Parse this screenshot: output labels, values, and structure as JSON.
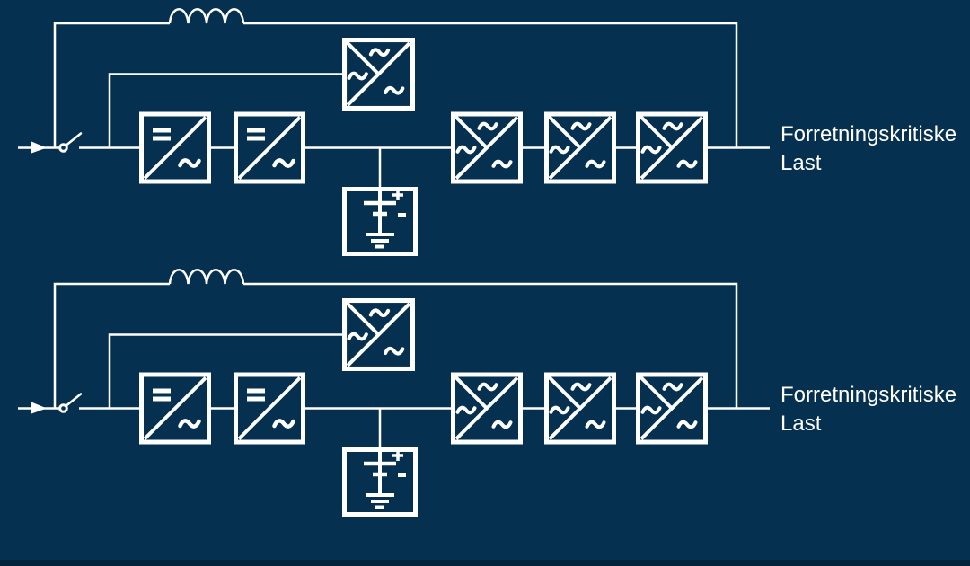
{
  "colors": {
    "background": "#06304F",
    "line": "#FFFFFF",
    "text": "#FFFFFF",
    "bottom_strip": "#02243C"
  },
  "symbols": {
    "dc": "=",
    "ac": "~",
    "battery_positive": "+",
    "battery_negative": "-"
  },
  "icons": [
    {
      "name": "input-arrow-icon",
      "glyph": "filled right-pointing triangle on feed line"
    },
    {
      "name": "disconnect-switch-icon",
      "glyph": "open knife switch with pivot circle"
    },
    {
      "name": "inductor-icon",
      "glyph": "four-hump coil on bypass line"
    },
    {
      "name": "bypass-converter-icon",
      "glyph": "square, diagonal + half diagonal, three ~ marks"
    },
    {
      "name": "rectifier-converter-icon",
      "glyph": "square with diagonal, = upper-left, ~ lower-right"
    },
    {
      "name": "inverter-converter-icon",
      "glyph": "square with diagonal, = upper-left, ~ lower-right"
    },
    {
      "name": "battery-icon",
      "glyph": "battery cell with + and - plates over earth ground"
    },
    {
      "name": "ac-converter-icon",
      "glyph": "square, diagonal + half diagonal, three ~ marks"
    }
  ],
  "circuits": [
    {
      "load_label_line1": "Forretningskritiske",
      "load_label_line2": "Last"
    },
    {
      "load_label_line1": "Forretningskritiske",
      "load_label_line2": "Last"
    }
  ]
}
